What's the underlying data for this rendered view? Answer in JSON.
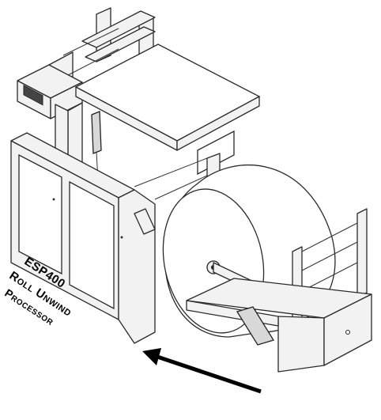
{
  "caption": {
    "model": "ESP400",
    "line1": "Roll Unwind",
    "line2": "Processor"
  }
}
